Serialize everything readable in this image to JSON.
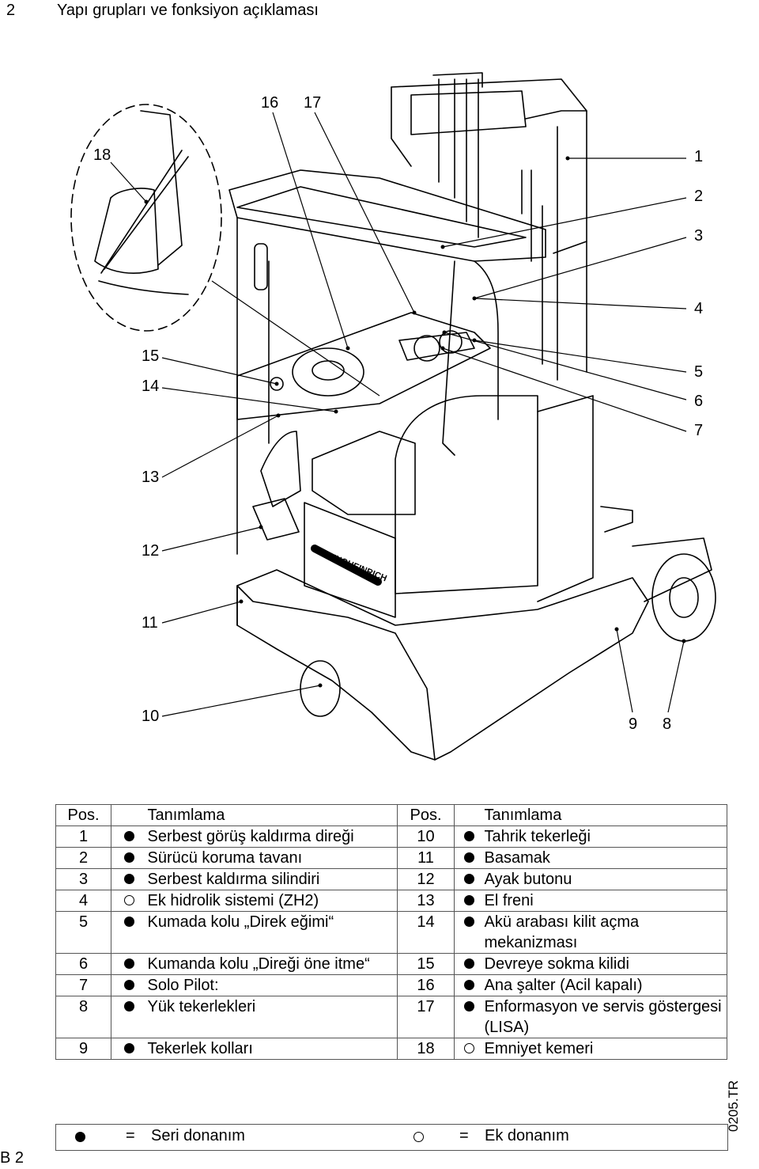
{
  "header": {
    "section_number": "2",
    "title": "Yapı grupları ve fonksiyon açıklaması"
  },
  "figure": {
    "callouts": [
      "1",
      "2",
      "3",
      "4",
      "5",
      "6",
      "7",
      "8",
      "9",
      "10",
      "11",
      "12",
      "13",
      "14",
      "15",
      "16",
      "17",
      "18"
    ],
    "brand_text": "JUNGHEINRICH"
  },
  "table": {
    "headers": {
      "pos": "Pos.",
      "desc": "Tanımlama"
    },
    "rows": [
      {
        "l_pos": "1",
        "l_mark": "full",
        "l_desc": "Serbest görüş kaldırma direği",
        "r_pos": "10",
        "r_mark": "full",
        "r_desc": "Tahrik tekerleği"
      },
      {
        "l_pos": "2",
        "l_mark": "full",
        "l_desc": "Sürücü koruma tavanı",
        "r_pos": "11",
        "r_mark": "full",
        "r_desc": "Basamak"
      },
      {
        "l_pos": "3",
        "l_mark": "full",
        "l_desc": "Serbest kaldırma silindiri",
        "r_pos": "12",
        "r_mark": "full",
        "r_desc": "Ayak butonu"
      },
      {
        "l_pos": "4",
        "l_mark": "empty",
        "l_desc": "Ek hidrolik sistemi (ZH2)",
        "r_pos": "13",
        "r_mark": "full",
        "r_desc": "El freni"
      },
      {
        "l_pos": "5",
        "l_mark": "full",
        "l_desc": "Kumada kolu „Direk eğimi“",
        "r_pos": "14",
        "r_mark": "full",
        "r_desc": "Akü arabası kilit açma mekanizması"
      },
      {
        "l_pos": "6",
        "l_mark": "full",
        "l_desc": "Kumanda kolu „Direği öne itme“",
        "r_pos": "15",
        "r_mark": "full",
        "r_desc": "Devreye sokma kilidi"
      },
      {
        "l_pos": "7",
        "l_mark": "full",
        "l_desc": "Solo Pilot:",
        "r_pos": "16",
        "r_mark": "full",
        "r_desc": "Ana şalter (Acil kapalı)"
      },
      {
        "l_pos": "8",
        "l_mark": "full",
        "l_desc": "Yük tekerlekleri",
        "r_pos": "17",
        "r_mark": "full",
        "r_desc": "Enformasyon ve servis göstergesi (LISA)"
      },
      {
        "l_pos": "9",
        "l_mark": "full",
        "l_desc": "Tekerlek kolları",
        "r_pos": "18",
        "r_mark": "empty",
        "r_desc": "Emniyet kemeri"
      }
    ]
  },
  "legend": {
    "equals": "=",
    "standard": "Seri donanım",
    "optional": "Ek donanım"
  },
  "footer": {
    "page": "B 2",
    "doc_id": "0205.TR"
  }
}
